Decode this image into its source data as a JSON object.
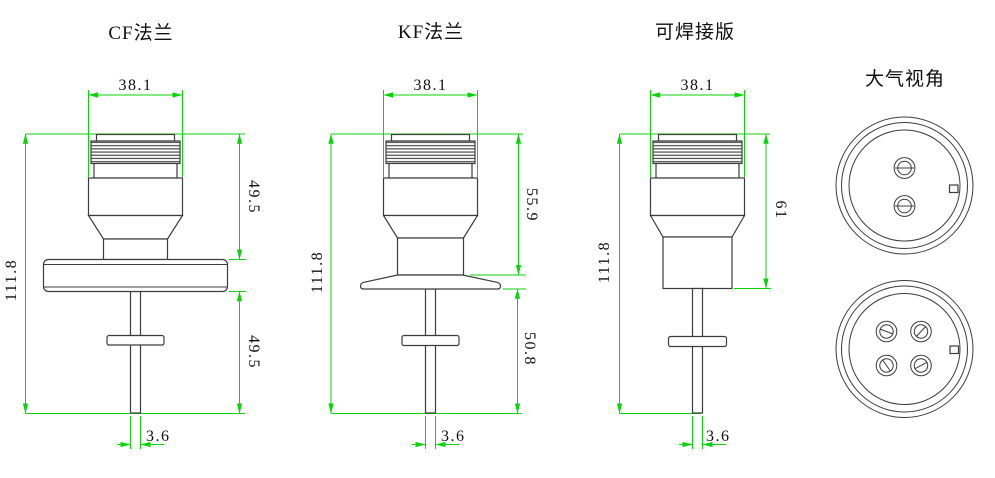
{
  "drawing": {
    "background": "#ffffff",
    "outline_color": "#3c3c3c",
    "dimension_color": "#0bd20b",
    "text_color": "#101010"
  },
  "views": [
    {
      "id": "cf-flange",
      "title": "CF法兰",
      "dimensions": {
        "width": "38.1",
        "upper_height": "49.5",
        "lower_height": "49.5",
        "total_height": "111.8",
        "tip_width": "3.6"
      }
    },
    {
      "id": "kf-flange",
      "title": "KF法兰",
      "dimensions": {
        "width": "38.1",
        "upper_height": "55.9",
        "lower_height": "50.8",
        "total_height": "111.8",
        "tip_width": "3.6"
      }
    },
    {
      "id": "weldable",
      "title": "可焊接版",
      "dimensions": {
        "width": "38.1",
        "upper_height": "61",
        "total_height": "111.8",
        "tip_width": "3.6"
      }
    },
    {
      "id": "atmospheric-view",
      "title": "大气视角",
      "top_connector_pins": 2,
      "bottom_connector_pins": 4
    }
  ]
}
